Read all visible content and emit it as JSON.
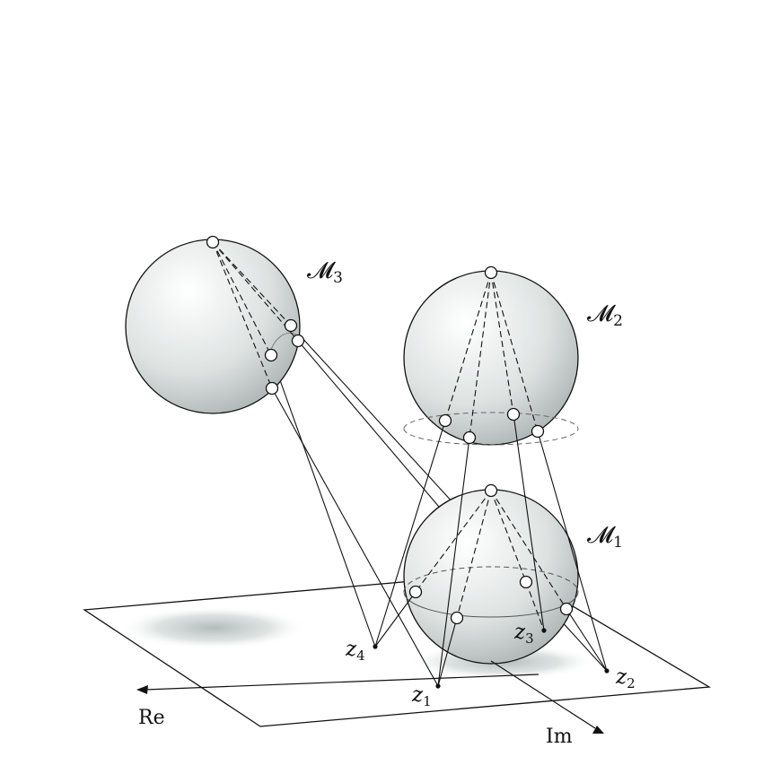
{
  "labels": {
    "sphere1": "𝓜",
    "sphere1_sub": "1",
    "sphere2": "𝓜",
    "sphere2_sub": "2",
    "sphere3": "𝓜",
    "sphere3_sub": "3",
    "z1": "z",
    "z1_sub": "1",
    "z2": "z",
    "z2_sub": "2",
    "z3": "z",
    "z3_sub": "3",
    "z4": "z",
    "z4_sub": "4",
    "re_axis": "Re",
    "im_axis": "Im"
  },
  "colors": {
    "sphere_light": "#ffffff",
    "sphere_dark": "#9aa3a1",
    "shadow": "#b9c3c1",
    "stroke": "#111111"
  }
}
